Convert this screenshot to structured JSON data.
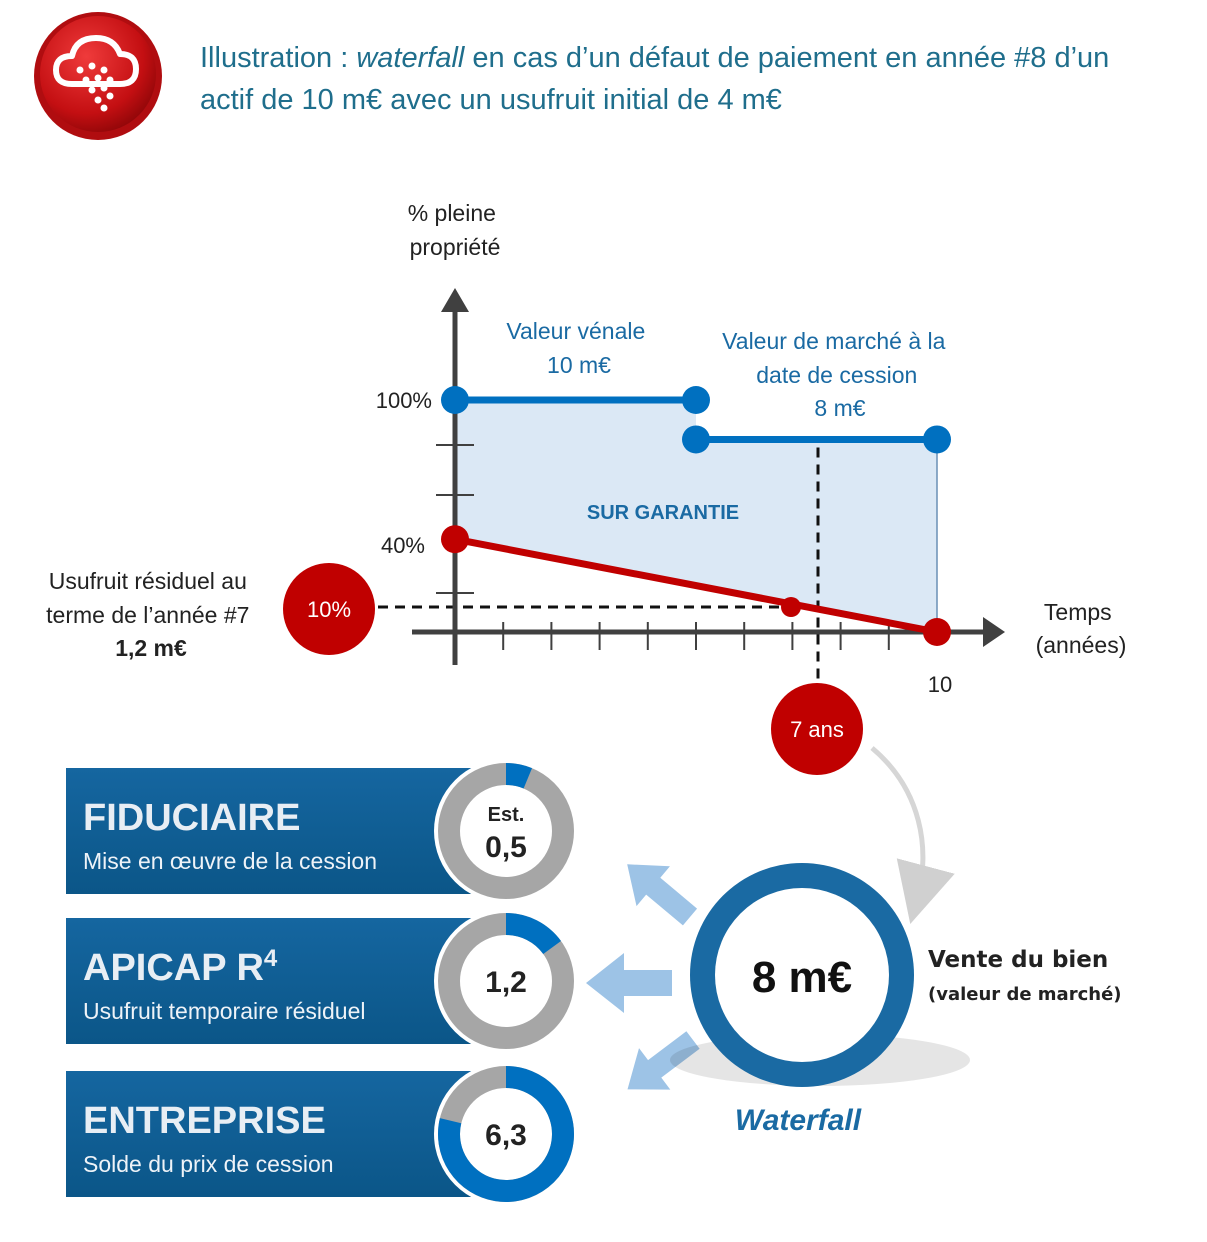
{
  "colors": {
    "blue": "#0070c0",
    "dark_blue": "#1a5f8e",
    "panel_blue": "#0e5f93",
    "red": "#c00000",
    "light_fill": "#dbe8f5",
    "gray_ring": "#a6a6a6",
    "arrow_blue": "#9dc3e6",
    "title_teal": "#1f6e8c"
  },
  "header": {
    "icon": "rain-cloud-icon",
    "title_pre": "Illustration : ",
    "title_em": "waterfall",
    "title_line1_post": " en cas d’un défaut de paiement en année #8 d’un",
    "title_line2": "actif de 10 m€ avec un usufruit initial de 4 m€"
  },
  "chart": {
    "y_label_line1": "% pleine",
    "y_label_line2": "propriété",
    "x_label_line1": "Temps",
    "x_label_line2": "(années)",
    "tick_100": "100%",
    "tick_40": "40%",
    "tick_10": "10",
    "valeur_venale_line1": "Valeur vénale",
    "valeur_venale_line2": "10 m€",
    "valeur_marche_line1": "Valeur de marché à la",
    "valeur_marche_line2": "date de cession",
    "valeur_marche_line3": "8 m€",
    "zone_label": "SUR GARANTIE",
    "usufruit_line1": "Usufruit résiduel au",
    "usufruit_line2": "terme de l’année #7",
    "usufruit_value": "1,2 m€",
    "badge_10": "10%",
    "badge_7ans": "7 ans"
  },
  "chart_data": {
    "type": "line",
    "x_range": [
      0,
      10
    ],
    "y_range": [
      0,
      100
    ],
    "series": [
      {
        "points": [
          [
            0,
            100
          ],
          [
            5,
            100
          ]
        ]
      },
      {
        "points": [
          [
            5,
            83
          ],
          [
            10,
            83
          ]
        ]
      },
      {
        "points": [
          [
            0,
            40
          ],
          [
            10,
            0
          ]
        ]
      }
    ],
    "markers": [
      [
        7,
        10
      ],
      [
        7.5,
        0
      ]
    ]
  },
  "panels": [
    {
      "title": "FIDUCIAIRE",
      "sup": "",
      "subtitle": "Mise en œuvre de la cession",
      "ring_top": "Est.",
      "ring_value": "0,5",
      "fraction": 0.0625
    },
    {
      "title": "APICAP R",
      "sup": "4",
      "subtitle": "Usufruit temporaire résiduel",
      "ring_top": "",
      "ring_value": "1,2",
      "fraction": 0.15
    },
    {
      "title": "ENTREPRISE",
      "sup": "",
      "subtitle": "Solde du prix de cession",
      "ring_top": "",
      "ring_value": "6,3",
      "fraction": 0.7875
    }
  ],
  "center": {
    "value": "8 m€",
    "label_line1": "Vente du bien",
    "label_line2": "(valeur de marché)",
    "caption": "Waterfall"
  }
}
